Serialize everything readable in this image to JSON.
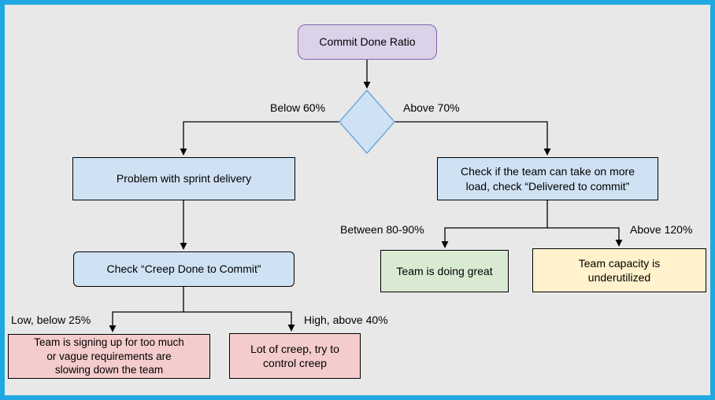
{
  "colors": {
    "frame_border": "#1fa8e2",
    "background": "#e8e8e8",
    "root_fill": "#d9d2e9",
    "root_border": "#8463a8",
    "blue_fill": "#cfe2f3",
    "diamond_border": "#6fa8dc",
    "green_fill": "#d9ead3",
    "yellow_fill": "#fff2cc",
    "pink_fill": "#f4cccc",
    "connector": "#000000"
  },
  "nodes": {
    "root": {
      "label": "Commit Done Ratio"
    },
    "problem": {
      "label": "Problem with sprint delivery"
    },
    "check_load": {
      "label": "Check if the team can take on more\nload, check “Delivered to commit”"
    },
    "check_creep": {
      "label": "Check “Creep Done to Commit”"
    },
    "too_much": {
      "label": "Team is signing up for too much\nor vague requirements are\nslowing down the team"
    },
    "creep_control": {
      "label": "Lot of creep, try to\ncontrol creep"
    },
    "great": {
      "label": "Team is doing great"
    },
    "underutilized": {
      "label": "Team capacity is\nunderutilized"
    }
  },
  "edge_labels": {
    "below_60": "Below 60%",
    "above_70": "Above 70%",
    "low_25": "Low, below 25%",
    "high_40": "High, above 40%",
    "between_80_90": "Between 80-90%",
    "above_120": "Above 120%"
  }
}
